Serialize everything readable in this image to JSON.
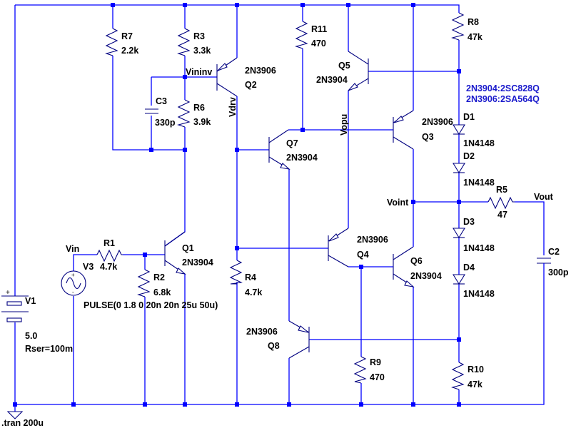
{
  "schematic": {
    "colors": {
      "wire": "#0000ff",
      "component": "#000080",
      "text": "#000000",
      "directive": "#1a1acc",
      "background": "#ffffff"
    },
    "directives": {
      "model_map_1": "2N3904:2SC828Q",
      "model_map_2": "2N3906:2SA564Q",
      "tran": ".tran 200u"
    },
    "nets": {
      "vininv": "Vininv",
      "vdrv": "Vdrv",
      "vopu": "Vopu",
      "voint": "Voint",
      "vout": "Vout",
      "vin": "Vin"
    },
    "resistors": {
      "R7": {
        "name": "R7",
        "value": "2.2k"
      },
      "R3": {
        "name": "R3",
        "value": "3.3k"
      },
      "R6": {
        "name": "R6",
        "value": "3.9k"
      },
      "R11": {
        "name": "R11",
        "value": "470"
      },
      "R8": {
        "name": "R8",
        "value": "47k"
      },
      "R1": {
        "name": "R1",
        "value": "4.7k"
      },
      "R2": {
        "name": "R2",
        "value": "6.8k"
      },
      "R4": {
        "name": "R4",
        "value": "4.7k"
      },
      "R9": {
        "name": "R9",
        "value": "470"
      },
      "R10": {
        "name": "R10",
        "value": "47k"
      },
      "R5": {
        "name": "R5",
        "value": "47"
      }
    },
    "capacitors": {
      "C3": {
        "name": "C3",
        "value": "330p"
      },
      "C2": {
        "name": "C2",
        "value": "300p"
      }
    },
    "transistors": {
      "Q1": {
        "name": "Q1",
        "model": "2N3904"
      },
      "Q2": {
        "name": "Q2",
        "model": "2N3906"
      },
      "Q3": {
        "name": "Q3",
        "model": "2N3906"
      },
      "Q4": {
        "name": "Q4",
        "model": "2N3906"
      },
      "Q5": {
        "name": "Q5",
        "model": "2N3904"
      },
      "Q6": {
        "name": "Q6",
        "model": "2N3904"
      },
      "Q7": {
        "name": "Q7",
        "model": "2N3904"
      },
      "Q8": {
        "name": "Q8",
        "model": "2N3906"
      }
    },
    "diodes": {
      "D1": {
        "name": "D1",
        "model": "1N4148"
      },
      "D2": {
        "name": "D2",
        "model": "1N4148"
      },
      "D3": {
        "name": "D3",
        "model": "1N4148"
      },
      "D4": {
        "name": "D4",
        "model": "1N4148"
      }
    },
    "sources": {
      "V1": {
        "name": "V1",
        "value": "5.0",
        "rser": "Rser=100m"
      },
      "V3": {
        "name": "V3",
        "value": "PULSE(0 1.8 0 20n 20n 25u 50u)"
      }
    },
    "symbols": {
      "plus": "+",
      "minus": "-"
    }
  }
}
